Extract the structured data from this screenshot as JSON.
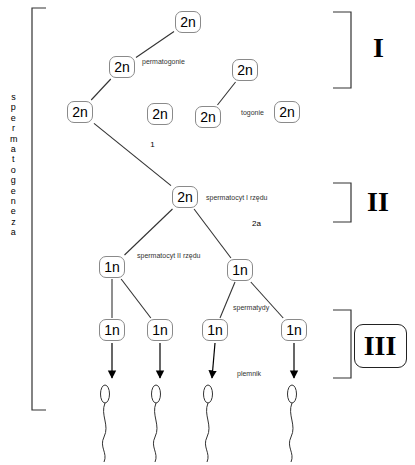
{
  "diagram": {
    "nodes": [
      {
        "text": [
          "2n"
        ]
      },
      {
        "text": [
          "2n"
        ]
      },
      {
        "text": [
          "2n"
        ]
      },
      {
        "text": [
          "2n"
        ]
      },
      {
        "text": [
          "2n"
        ]
      },
      {
        "text": [
          "2n"
        ]
      },
      {
        "text": [
          "2n"
        ]
      },
      {
        "text": [
          "2n"
        ]
      },
      {
        "text": [
          "1n"
        ]
      },
      {
        "text": [
          "1n"
        ]
      },
      {
        "text": [
          "1n"
        ]
      },
      {
        "text": [
          "1n"
        ]
      },
      {
        "text": [
          "1n"
        ]
      },
      {
        "text": [
          "1n"
        ]
      },
      {
        "text": [
          "III"
        ]
      }
    ],
    "edges": [
      {
        "from": 0,
        "to": 1,
        "arrow": "none"
      },
      {
        "from": 1,
        "to": 3,
        "arrow": "none"
      },
      {
        "from": 2,
        "to": 5,
        "arrow": "none"
      },
      {
        "from": 3,
        "to": 7,
        "label": "1",
        "arrow": "none"
      },
      {
        "from": 7,
        "to": 8,
        "arrow": "none"
      },
      {
        "from": 7,
        "to": 9,
        "label": "2a",
        "arrow": "none"
      },
      {
        "from": 8,
        "to": 10,
        "arrow": "none"
      },
      {
        "from": 8,
        "to": 11,
        "arrow": "none"
      },
      {
        "from": 9,
        "to": 12,
        "arrow": "none"
      },
      {
        "from": 9,
        "to": 13,
        "arrow": "none"
      }
    ],
    "labels": [
      "spermatogeneza",
      "I",
      "II",
      "permatogonie",
      "togonie",
      "spermatocyt I rzędu",
      "spermatocyt II rzędu",
      "spermatydy",
      "plemnik"
    ]
  }
}
